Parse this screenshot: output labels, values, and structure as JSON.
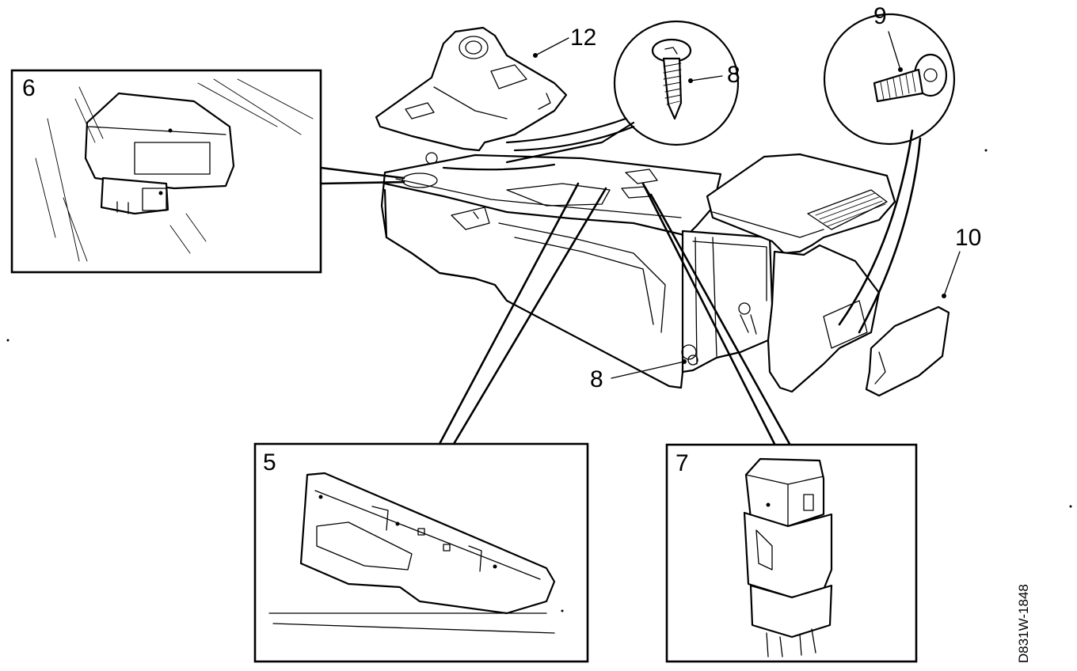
{
  "figure_code": "D831W-1848",
  "callouts": {
    "c5": "5",
    "c6": "6",
    "c7": "7",
    "c8a": "8",
    "c8b": "8",
    "c9": "9",
    "c10": "10",
    "c12": "12"
  }
}
